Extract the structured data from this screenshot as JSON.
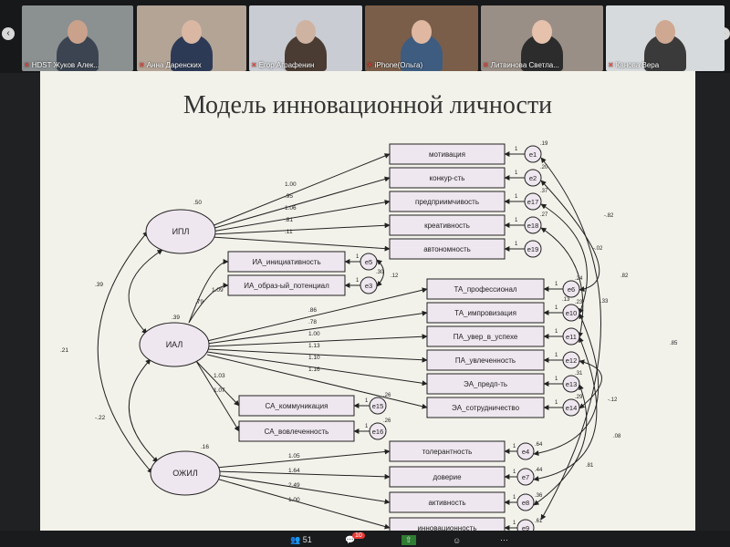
{
  "participants": [
    {
      "name": "HDST Жуков Алек...",
      "muted": true,
      "skin": "#caa28c",
      "bg": "#8b9091",
      "shirt": "#3b4450"
    },
    {
      "name": "Анна Даренских",
      "muted": true,
      "skin": "#d9b7a3",
      "bg": "#b3a496",
      "shirt": "#2d3a56"
    },
    {
      "name": "Егор Аграфенин",
      "muted": true,
      "skin": "#cfb3a2",
      "bg": "#c9ccd2",
      "shirt": "#4a3c33"
    },
    {
      "name": "iPhone(Ольга)",
      "muted": true,
      "skin": "#e0b8a2",
      "bg": "#7a5e4a",
      "shirt": "#3d5c80"
    },
    {
      "name": "Литвинова Светла...",
      "muted": true,
      "skin": "#e6c2ad",
      "bg": "#9a8f86",
      "shirt": "#2c2c2c"
    },
    {
      "name": "Канова Вера",
      "muted": true,
      "skin": "#cfa892",
      "bg": "#d7dadc",
      "shirt": "#3a3a3a"
    }
  ],
  "slide": {
    "title": "Модель инновационной личности",
    "latent": [
      {
        "id": "ipl",
        "label": "ИПЛ",
        "var": ".50"
      },
      {
        "id": "ial",
        "label": "ИАЛ",
        "var": ""
      },
      {
        "id": "ozhil",
        "label": "ОЖИЛ",
        "var": ".16"
      }
    ],
    "ipl_indicators": [
      {
        "label": "мотивация",
        "err": "e1",
        "load": "1.00",
        "ev": ".19"
      },
      {
        "label": "конкур-сть",
        "err": "e2",
        "load": ".95",
        "ev": ".20"
      },
      {
        "label": "предприимчивость",
        "err": "e17",
        "load": "1.06",
        "ev": ".37"
      },
      {
        "label": "креативность",
        "err": "e18",
        "load": ".81",
        "ev": ".27"
      },
      {
        "label": "автономность",
        "err": "e19",
        "load": ".11",
        "ev": ""
      }
    ],
    "ia_indicators": [
      {
        "label": "ИА_инициативность",
        "err": "e5",
        "load": "1.09",
        "ev": "1"
      },
      {
        "label": "ИА_образ-ый_потенциал",
        "err": "e3",
        "load": ".79",
        "ev": "1"
      }
    ],
    "ta_indicators": [
      {
        "label": "ТА_профессионал",
        "err": "e6",
        "load": ".86",
        "ev": ".24"
      },
      {
        "label": "ТА_импровизация",
        "err": "e10",
        "load": ".78",
        "ev": ".23"
      },
      {
        "label": "ПА_увер_в_успехе",
        "err": "e11",
        "load": "1.00",
        "ev": ""
      },
      {
        "label": "ПА_увлеченность",
        "err": "e12",
        "load": "1.13",
        "ev": ""
      },
      {
        "label": "ЭА_предп-ть",
        "err": "e13",
        "load": "1.10",
        "ev": ".31"
      },
      {
        "label": "ЭА_сотрудничество",
        "err": "e14",
        "load": "1.16",
        "ev": ".29"
      }
    ],
    "sa_indicators": [
      {
        "label": "СА_коммуникация",
        "err": "e15",
        "load": "1.03",
        "ev": ".26"
      },
      {
        "label": "СА_вовлеченность",
        "err": "e16",
        "load": "1.07",
        "ev": ".26"
      }
    ],
    "oz_indicators": [
      {
        "label": "толерантность",
        "err": "e4",
        "load": "1.05",
        "ev": ".64"
      },
      {
        "label": "доверие",
        "err": "e7",
        "load": "1.64",
        "ev": ".44"
      },
      {
        "label": "активность",
        "err": "e8",
        "load": "2.49",
        "ev": ".36"
      },
      {
        "label": "инновационность",
        "err": "e9",
        "load": "1.00",
        "ev": ".61"
      }
    ],
    "structural": {
      "ipl_ial": ".39",
      "ial_ozhil": "-.22",
      "ipl_ozhil": ".21",
      "ipl_ial2": ".39"
    },
    "misc_labels": [
      ".30",
      ".12",
      "-.82",
      "-.02",
      ".82",
      ".85",
      "-.12",
      ".08",
      ".81",
      ".33",
      ".13",
      ".16"
    ]
  },
  "toolbar": {
    "participants_count": "51",
    "chat_count": "10"
  }
}
